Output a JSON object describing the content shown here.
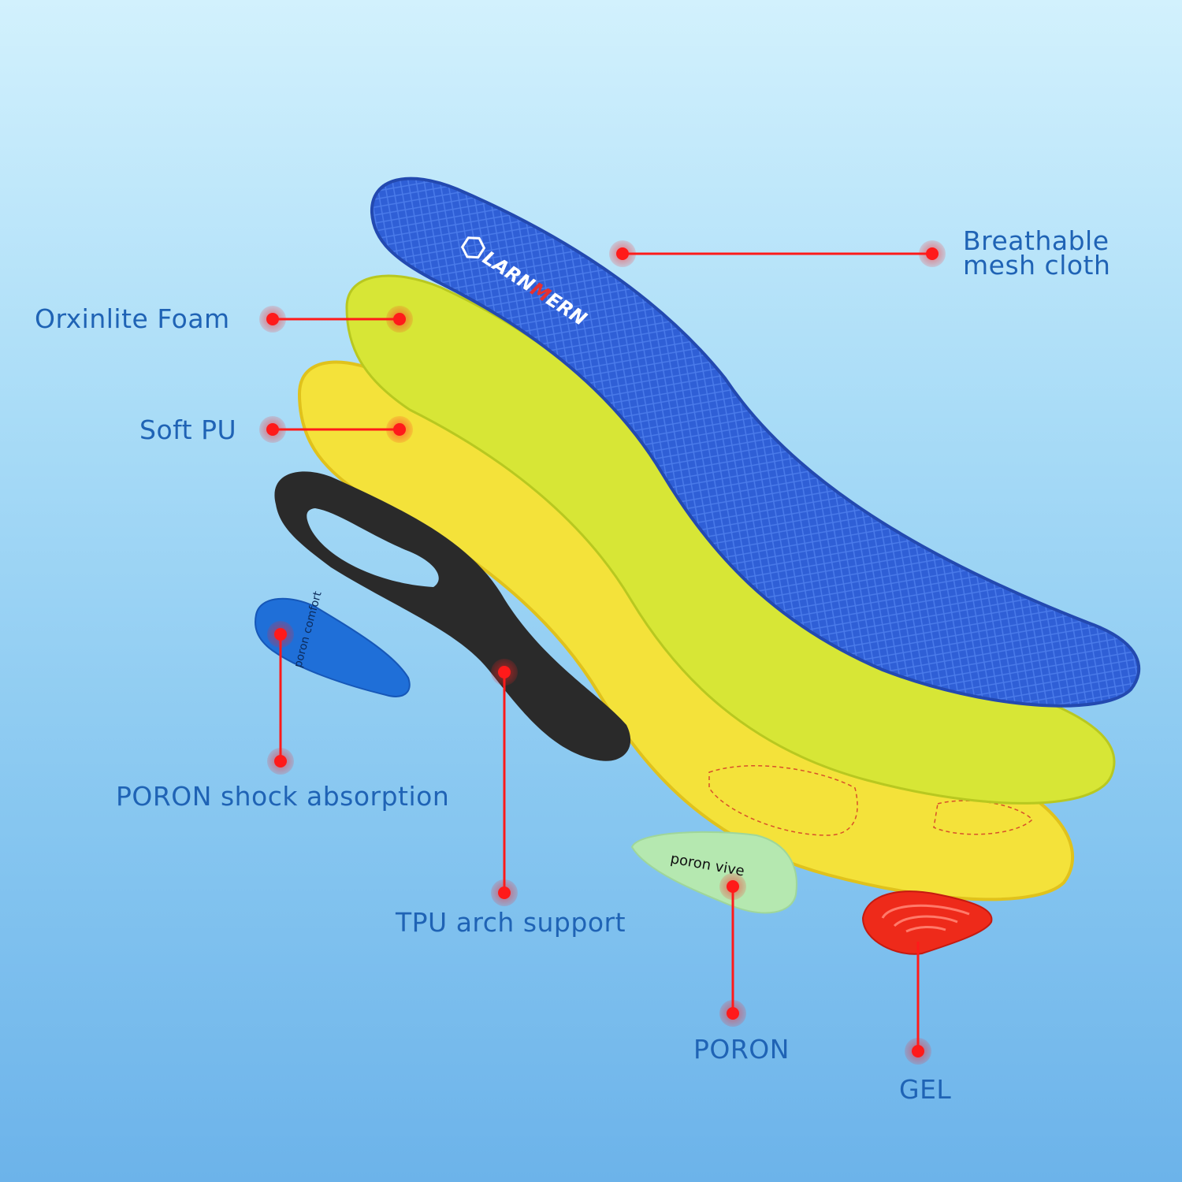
{
  "brand": {
    "logo_text": "LARNMERN"
  },
  "pad_logos": {
    "heel_pad": "poron comfort",
    "forefoot_pad": "poron vive"
  },
  "colors": {
    "label": "#1f63b5",
    "marker": "#ff1a1a",
    "mesh": "#2f5fd6",
    "foam": "#d7e636",
    "pu": "#f4e23a",
    "tpu": "#2a2a2a",
    "gel": "#ee2a1a"
  },
  "labels": {
    "mesh_line1": "Breathable",
    "mesh_line2": "mesh cloth",
    "foam": "Orxinlite Foam",
    "pu": "Soft PU",
    "poron_shock": "PORON shock absorption",
    "tpu": "TPU arch support",
    "poron": "PORON",
    "gel": "GEL"
  }
}
